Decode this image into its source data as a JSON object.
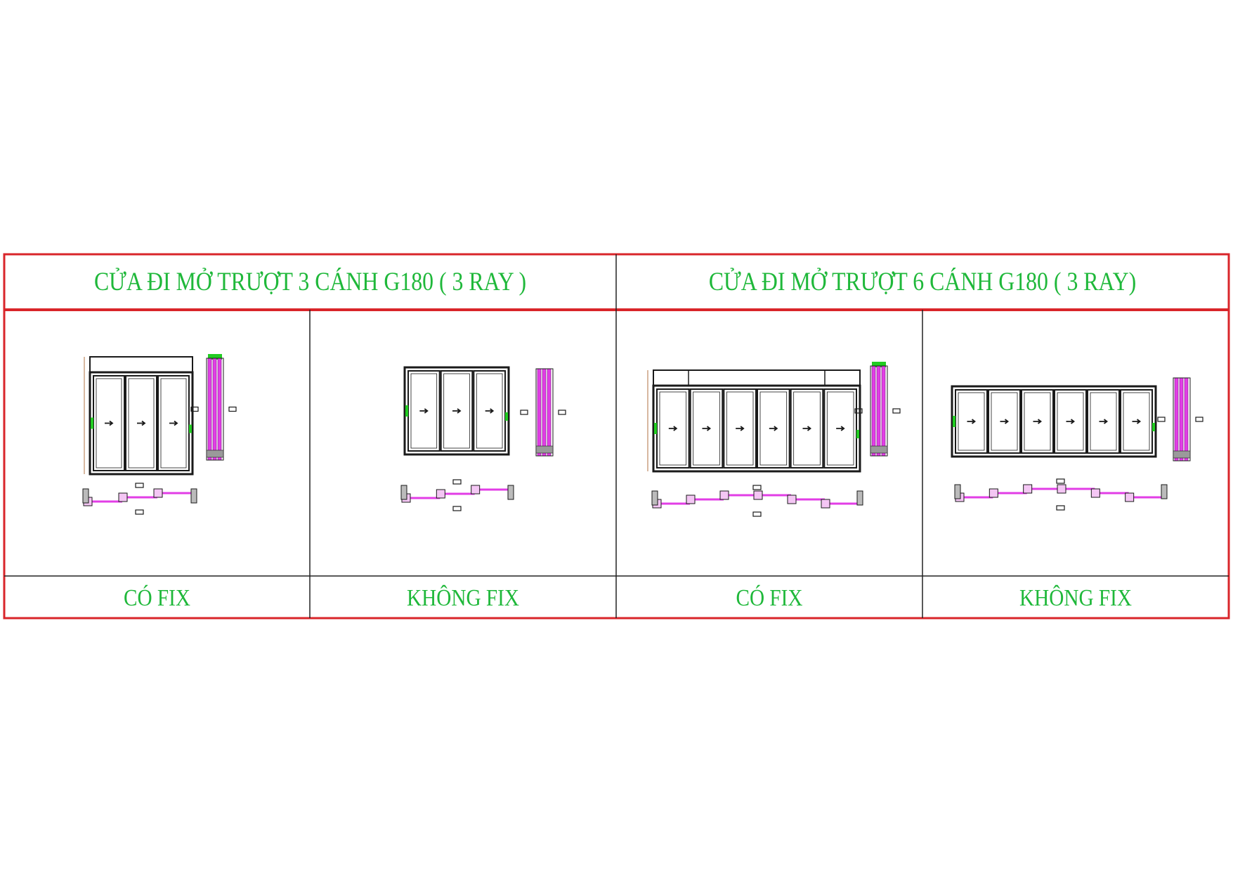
{
  "headers": [
    "CỬA ĐI MỞ TRƯỢT 3 CÁNH  G180 ( 3 RAY )",
    "CỬA ĐI MỞ TRƯỢT 6 CÁNH G180 ( 3 RAY)"
  ],
  "panels": [
    {
      "label": "CÓ FIX",
      "leaves": 3,
      "fix": true
    },
    {
      "label": "KHÔNG FIX",
      "leaves": 3,
      "fix": false
    },
    {
      "label": "CÓ FIX",
      "leaves": 6,
      "fix": true
    },
    {
      "label": "KHÔNG FIX",
      "leaves": 6,
      "fix": false
    }
  ],
  "colors": {
    "frame_border": "#d9252a",
    "title_text": "#1fb83a",
    "profile_magenta": "#e23de6",
    "handle_green": "#22cc22",
    "line": "#1a1a1a"
  }
}
